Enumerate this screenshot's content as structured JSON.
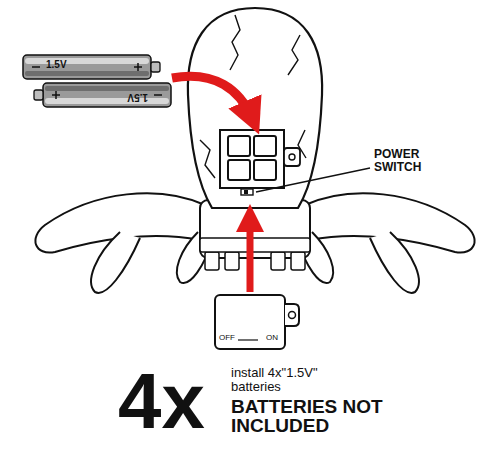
{
  "diagram": {
    "nodes": [
      {
        "text": [
          "1.5V"
        ]
      },
      {
        "text": [
          "1.5V"
        ]
      },
      {
        "text": [
          "OFF",
          "ON"
        ]
      }
    ],
    "labels": [
      "POWER SWITCH",
      "4x",
      "install 4x\"1.5V\" batteries",
      "BATTERIES NOT INCLUDED"
    ]
  }
}
